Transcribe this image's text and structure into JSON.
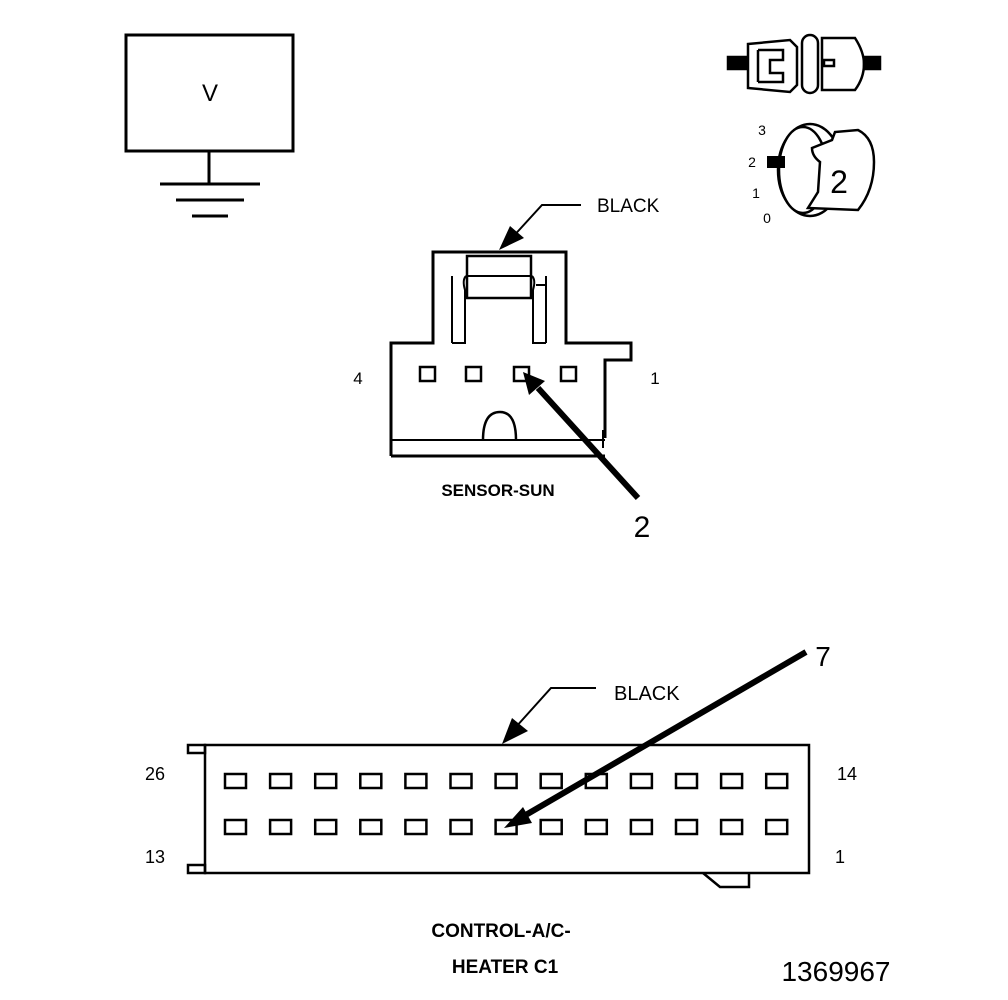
{
  "voltmeter": {
    "label": "V"
  },
  "ignition_key": {
    "positions": [
      "3",
      "2",
      "1",
      "0"
    ],
    "selected": "2"
  },
  "sun_sensor": {
    "color_label": "BLACK",
    "pin_left": "4",
    "pin_right": "1",
    "probe_pin": "2",
    "name": "SENSOR-SUN"
  },
  "hvac_connector": {
    "color_label": "BLACK",
    "probe_pin": "7",
    "pin_top_left": "26",
    "pin_top_right": "14",
    "pin_bottom_left": "13",
    "pin_bottom_right": "1",
    "name_line1": "CONTROL-A/C-",
    "name_line2": "HEATER C1"
  },
  "figure_id": "1369967"
}
